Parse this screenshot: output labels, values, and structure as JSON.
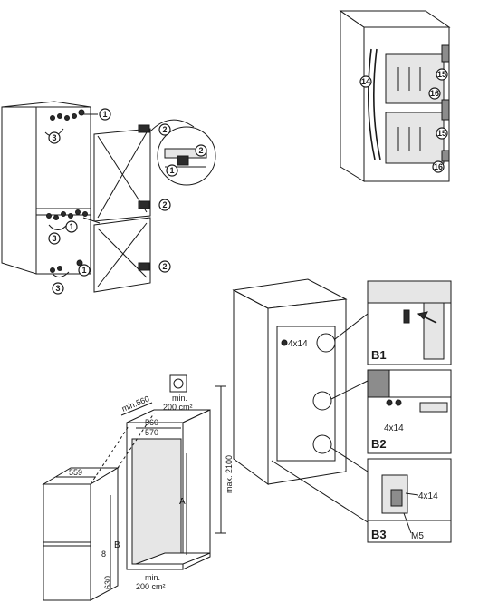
{
  "callouts": {
    "c1": "1",
    "c2": "2",
    "c3": "3",
    "c14": "14",
    "c15": "15",
    "c16": "16"
  },
  "details": {
    "b1": "B1",
    "b2": "B2",
    "b3": "B3",
    "screws_top": "4x14",
    "screws_mid": "4x14",
    "screws_bottom": "4x14",
    "nut": "M5"
  },
  "dimensions": {
    "min560": "min.560",
    "range_560": "560-",
    "range_570": "570",
    "max2100": "max. 2100",
    "vent_top_min": "min.",
    "vent_top_area": "200 cm²",
    "vent_bottom_min": "min.",
    "vent_bottom_area": "200 cm²",
    "width_559": "559",
    "label_a": "A",
    "label_b": "B",
    "gap_8": "8",
    "h_630": "630"
  }
}
